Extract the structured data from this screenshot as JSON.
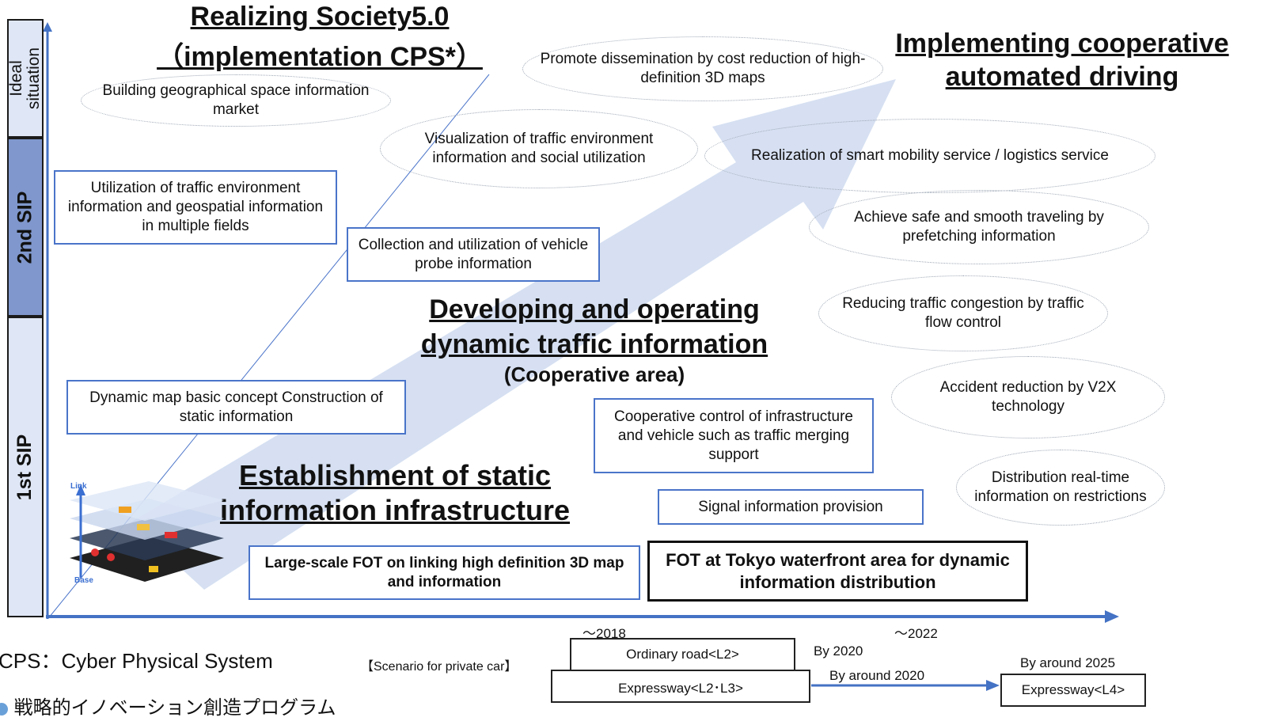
{
  "phases": {
    "ideal": "Ideal situation",
    "second": "2nd SIP",
    "first": "1st SIP"
  },
  "headings": {
    "society_line1": "Realizing  Society5.0",
    "society_line2": "（implementation CPS*）",
    "cooperative_line1": "Implementing cooperative",
    "cooperative_line2": "automated driving",
    "dynamic_line1": "Developing and operating",
    "dynamic_line2": "dynamic traffic information",
    "dynamic_sub": "(Cooperative area)",
    "static_line1": "Establishment of static",
    "static_line2": "information infrastructure"
  },
  "ellipses": {
    "geo_market": "Building geographical space information market",
    "promote_3d": "Promote dissemination  by cost reduction of high-definition  3D maps",
    "visualization": "Visualization  of traffic environment information and social utilization",
    "smart_mobility": "Realization  of smart mobility service / logistics service",
    "safe_travel": "Achieve safe and smooth traveling  by prefetching  information",
    "congestion": "Reducing  traffic congestion  by traffic flow control",
    "accident": "Accident reduction  by V2X technology",
    "distribution": "Distribution real-time information on restrictions"
  },
  "boxes": {
    "utilization": "Utilization  of traffic environment information and geospatial information in multiple  fields",
    "probe": "Collection and utilization  of vehicle probe information",
    "dynamic_map": "Dynamic map basic concept Construction  of static information",
    "cooperative_control": "Cooperative control of infrastructure  and vehicle  such as traffic merging support",
    "signal": "Signal information provision",
    "large_scale_fot": "Large-scale  FOT on linking  high definition  3D map and information",
    "tokyo_fot": "FOT at Tokyo waterfront area for dynamic information distribution"
  },
  "map_labels": {
    "link": "Link",
    "base": "Base"
  },
  "timeline": {
    "y2018": "～2018",
    "y2022": "～2022",
    "ordinary": "Ordinary  road<L2>",
    "expressway_l2l3": "Expressway<L2･L3>",
    "by2020": "By 2020",
    "by_around_2020": "By around  2020",
    "by_around_2025": "By around  2025",
    "expressway_l4": "Expressway<L4>"
  },
  "footnote": "CPS：Cyber Physical System",
  "scenario": "【Scenario for private car】",
  "program_name": "戦略的イノベーション創造プログラム",
  "colors": {
    "arrow": "#d6e0f2",
    "box_border": "#4a74c9",
    "axis": "#4472c4"
  }
}
